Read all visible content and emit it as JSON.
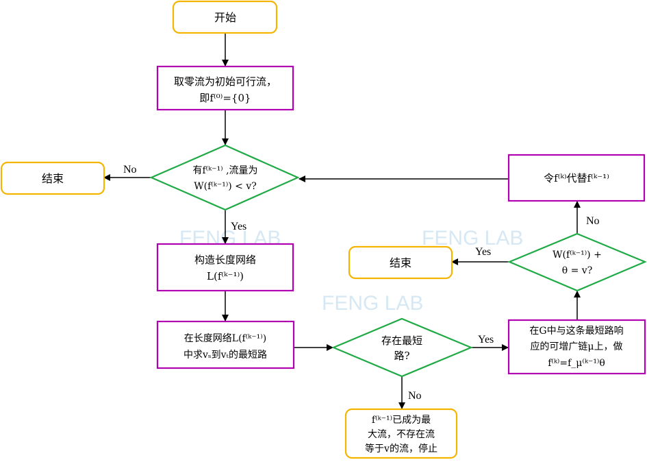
{
  "colors": {
    "terminal": "#f5b400",
    "process": "#b000b0",
    "decision": "#1faa45",
    "arrow": "#000000",
    "watermark": "#cfe3f2"
  },
  "watermark": {
    "text": "FENG LAB"
  },
  "nodes": {
    "start": {
      "lines": [
        "开始"
      ]
    },
    "init": {
      "lines": [
        "取零流为初始可行流，",
        "即f⁽⁰⁾={0}"
      ]
    },
    "check_flow": {
      "lines": [
        "有f⁽ᵏ⁻¹⁾ ,流量为",
        "W(f⁽ᵏ⁻¹⁾) < v?"
      ]
    },
    "end_left": {
      "lines": [
        "结束"
      ]
    },
    "build_network": {
      "lines": [
        "构造长度网络",
        "L(f⁽ᵏ⁻¹⁾)"
      ]
    },
    "shortest_path": {
      "lines": [
        "在长度网络L(f⁽ᵏ⁻¹⁾)",
        "中求vₛ到vₜ的最短路"
      ]
    },
    "path_exists": {
      "lines": [
        "存在最短",
        "路?"
      ]
    },
    "max_flow": {
      "lines": [
        "f⁽ᵏ⁻¹⁾已成为最",
        "大流，不存在流",
        "等于v的流，停止"
      ]
    },
    "augment": {
      "lines": [
        "在G中与这条最短路响",
        "应的可增广链μ上，做",
        "f⁽ᵏ⁾=f_μ⁽ᵏ⁻¹⁾θ"
      ]
    },
    "check_value": {
      "lines": [
        "W(f⁽ᵏ⁻¹⁾) +",
        "θ = v?"
      ]
    },
    "end_right": {
      "lines": [
        "结束"
      ]
    },
    "replace": {
      "lines": [
        "令f⁽ᵏ⁾代替f⁽ᵏ⁻¹⁾"
      ]
    }
  },
  "edge_labels": {
    "check_no": "No",
    "check_yes": "Yes",
    "path_yes": "Yes",
    "path_no": "No",
    "value_yes": "Yes",
    "value_no": "No"
  }
}
